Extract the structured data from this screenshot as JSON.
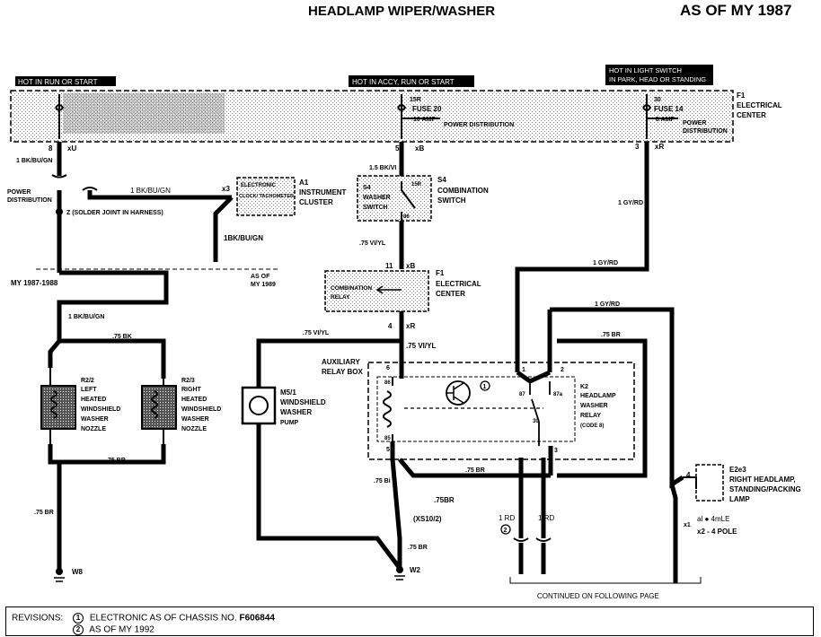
{
  "header": {
    "title": "HEADLAMP WIPER/WASHER",
    "as_of": "AS OF MY 1987"
  },
  "bus": {
    "left_label": "HOT IN RUN OR START",
    "mid_label": "HOT IN ACCY, RUN OR START",
    "right_label_1": "HOT IN LIGHT SWITCH",
    "right_label_2": "IN PARK, HEAD OR STANDING",
    "fuse_mid_name": "FUSE 20",
    "fuse_mid_rating": "10 AMP",
    "fuse_mid_pd": "POWER DISTRIBUTION",
    "fuse_mid_term": "15R",
    "fuse_right_name": "FUSE 14",
    "fuse_right_rating": "8 AMP",
    "fuse_right_pd": "POWER DISTRIBUTION",
    "fuse_right_term": "30",
    "f1_code": "F1",
    "f1_name_1": "ELECTRICAL",
    "f1_name_2": "CENTER"
  },
  "terminals": {
    "t8_pin": "8",
    "t8_conn": "xU",
    "t5_pin": "5",
    "t5_conn": "xB",
    "t3_pin": "3",
    "t3_conn": "xR",
    "t11_pin": "11",
    "t11_conn": "xB",
    "t4_pin": "4",
    "t4_conn": "xR",
    "x3": "x3",
    "x1": "x1"
  },
  "wires": {
    "w1": "1 BK/BU/GN",
    "w2": "1 BK/BU/GN",
    "w3": "1BK/BU/GN",
    "w4": "1 BK/BU/GN",
    "w5": ".75 BK",
    "w6": ".75 BR",
    "w7": ".75 BR",
    "w8": "1.5 BK/VI",
    "w9": ".75 VI/YL",
    "w10": ".75 VI/YL",
    "w11": ".75 VI/YL",
    "w12": "1 GY/RD",
    "w13": "1 GY/RD",
    "w14": "1 GY/RD",
    "w15": ".75 BR",
    "w16": ".75 BR",
    "w17": ".75 Bi",
    "w18": ".75BR",
    "w19": ".75 BR",
    "w20": "1 RD",
    "w21": "1 RD"
  },
  "labels": {
    "power_dist_1": "POWER",
    "power_dist_2": "DISTRIBUTION",
    "splice": "Z (SOLDER JOINT IN HARNESS)",
    "my_range": "MY 1987-1988",
    "as_of_1989_1": "AS OF",
    "as_of_1989_2": "MY 1989",
    "xs": "(XS10/2)",
    "ground_w8": "W8",
    "ground_w2": "W2",
    "continued": "CONTINUED ON FOLLOWING PAGE",
    "aux_relay_1": "AUXILIARY",
    "aux_relay_2": "RELAY BOX"
  },
  "components": {
    "a1_code": "A1",
    "a1_name_1": "INSTRUMENT",
    "a1_name_2": "CLUSTER",
    "a1_inner_1": "ELECTRONIC",
    "a1_inner_2": "CLOCK/ TACHOMETER",
    "s4_code": "S4",
    "s4_name_1": "COMBINATION",
    "s4_name_2": "SWITCH",
    "s4_inner_1": "S4",
    "s4_inner_2": "WASHER",
    "s4_inner_3": "SWITCH",
    "s4_pin_a": "15R",
    "s4_pin_b": "86",
    "f1b_code": "F1",
    "f1b_name_1": "ELECTRICAL",
    "f1b_name_2": "CENTER",
    "f1b_inner_1": "COMBINATION",
    "f1b_inner_2": "RELAY",
    "r22_code": "R2/2",
    "r22_l1": "LEFT",
    "r22_l2": "HEATED",
    "r22_l3": "WINDSHIELD",
    "r22_l4": "WASHER",
    "r22_l5": "NOZZLE",
    "r23_code": "R2/3",
    "r23_l1": "RIGHT",
    "r23_l2": "HEATED",
    "r23_l3": "WINDSHIELD",
    "r23_l4": "WASHER",
    "r23_l5": "NOZZLE",
    "m5_code": "M5/1",
    "m5_l1": "WINDSHIELD",
    "m5_l2": "WASHER",
    "m5_l3": "PUMP",
    "k2_code": "K2",
    "k2_l1": "HEADLAMP",
    "k2_l2": "WASHER",
    "k2_l3": "RELAY",
    "k2_l4": "(CODE 8)",
    "k2_p86": "86",
    "k2_p85": "85",
    "k2_p87": "87",
    "k2_p87a": "87a",
    "k2_p30": "30",
    "aux_pin_6": "6",
    "aux_pin_5": "5",
    "aux_pin_1": "1",
    "aux_pin_2": "2",
    "aux_pin_3": "3",
    "e2e3_code": "E2e3",
    "e2e3_l1": "RIGHT HEADLAMP,",
    "e2e3_l2": "STANDING/PACKING",
    "e2e3_l3": "LAMP",
    "e2e3_pin": "4",
    "note_1": "al ● 4mLE",
    "note_2": "x2 - 4 POLE"
  },
  "callouts": {
    "c1": "1",
    "c2": "2"
  },
  "revisions": {
    "label": "REVISIONS:",
    "r1_mark": "1",
    "r1_text": "ELECTRONIC AS OF CHASSIS NO.",
    "r1_chassis": "F606844",
    "r2_mark": "2",
    "r2_text": "AS OF MY 1992"
  }
}
